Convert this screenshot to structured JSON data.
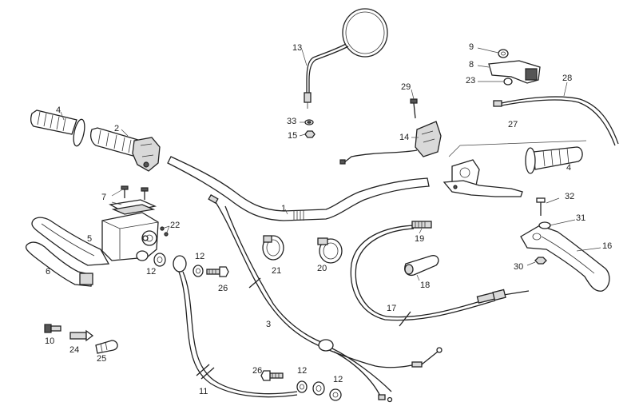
{
  "diagram": {
    "labels": [
      {
        "id": "l1",
        "text": "1"
      },
      {
        "id": "l2",
        "text": "2"
      },
      {
        "id": "l3",
        "text": "3"
      },
      {
        "id": "l4a",
        "text": "4"
      },
      {
        "id": "l4b",
        "text": "4"
      },
      {
        "id": "l5",
        "text": "5"
      },
      {
        "id": "l6",
        "text": "6"
      },
      {
        "id": "l7",
        "text": "7"
      },
      {
        "id": "l8",
        "text": "8"
      },
      {
        "id": "l9",
        "text": "9"
      },
      {
        "id": "l10",
        "text": "10"
      },
      {
        "id": "l11",
        "text": "11"
      },
      {
        "id": "l12a",
        "text": "12"
      },
      {
        "id": "l12b",
        "text": "12"
      },
      {
        "id": "l12c",
        "text": "12"
      },
      {
        "id": "l12d",
        "text": "12"
      },
      {
        "id": "l13",
        "text": "13"
      },
      {
        "id": "l14",
        "text": "14"
      },
      {
        "id": "l15",
        "text": "15"
      },
      {
        "id": "l16",
        "text": "16"
      },
      {
        "id": "l17",
        "text": "17"
      },
      {
        "id": "l18",
        "text": "18"
      },
      {
        "id": "l19",
        "text": "19"
      },
      {
        "id": "l20",
        "text": "20"
      },
      {
        "id": "l21",
        "text": "21"
      },
      {
        "id": "l22",
        "text": "22"
      },
      {
        "id": "l23",
        "text": "23"
      },
      {
        "id": "l24",
        "text": "24"
      },
      {
        "id": "l25",
        "text": "25"
      },
      {
        "id": "l26a",
        "text": "26"
      },
      {
        "id": "l26b",
        "text": "26"
      },
      {
        "id": "l27",
        "text": "27"
      },
      {
        "id": "l28",
        "text": "28"
      },
      {
        "id": "l29",
        "text": "29"
      },
      {
        "id": "l30",
        "text": "30"
      },
      {
        "id": "l31",
        "text": "31"
      },
      {
        "id": "l32",
        "text": "32"
      },
      {
        "id": "l33",
        "text": "33"
      }
    ]
  }
}
